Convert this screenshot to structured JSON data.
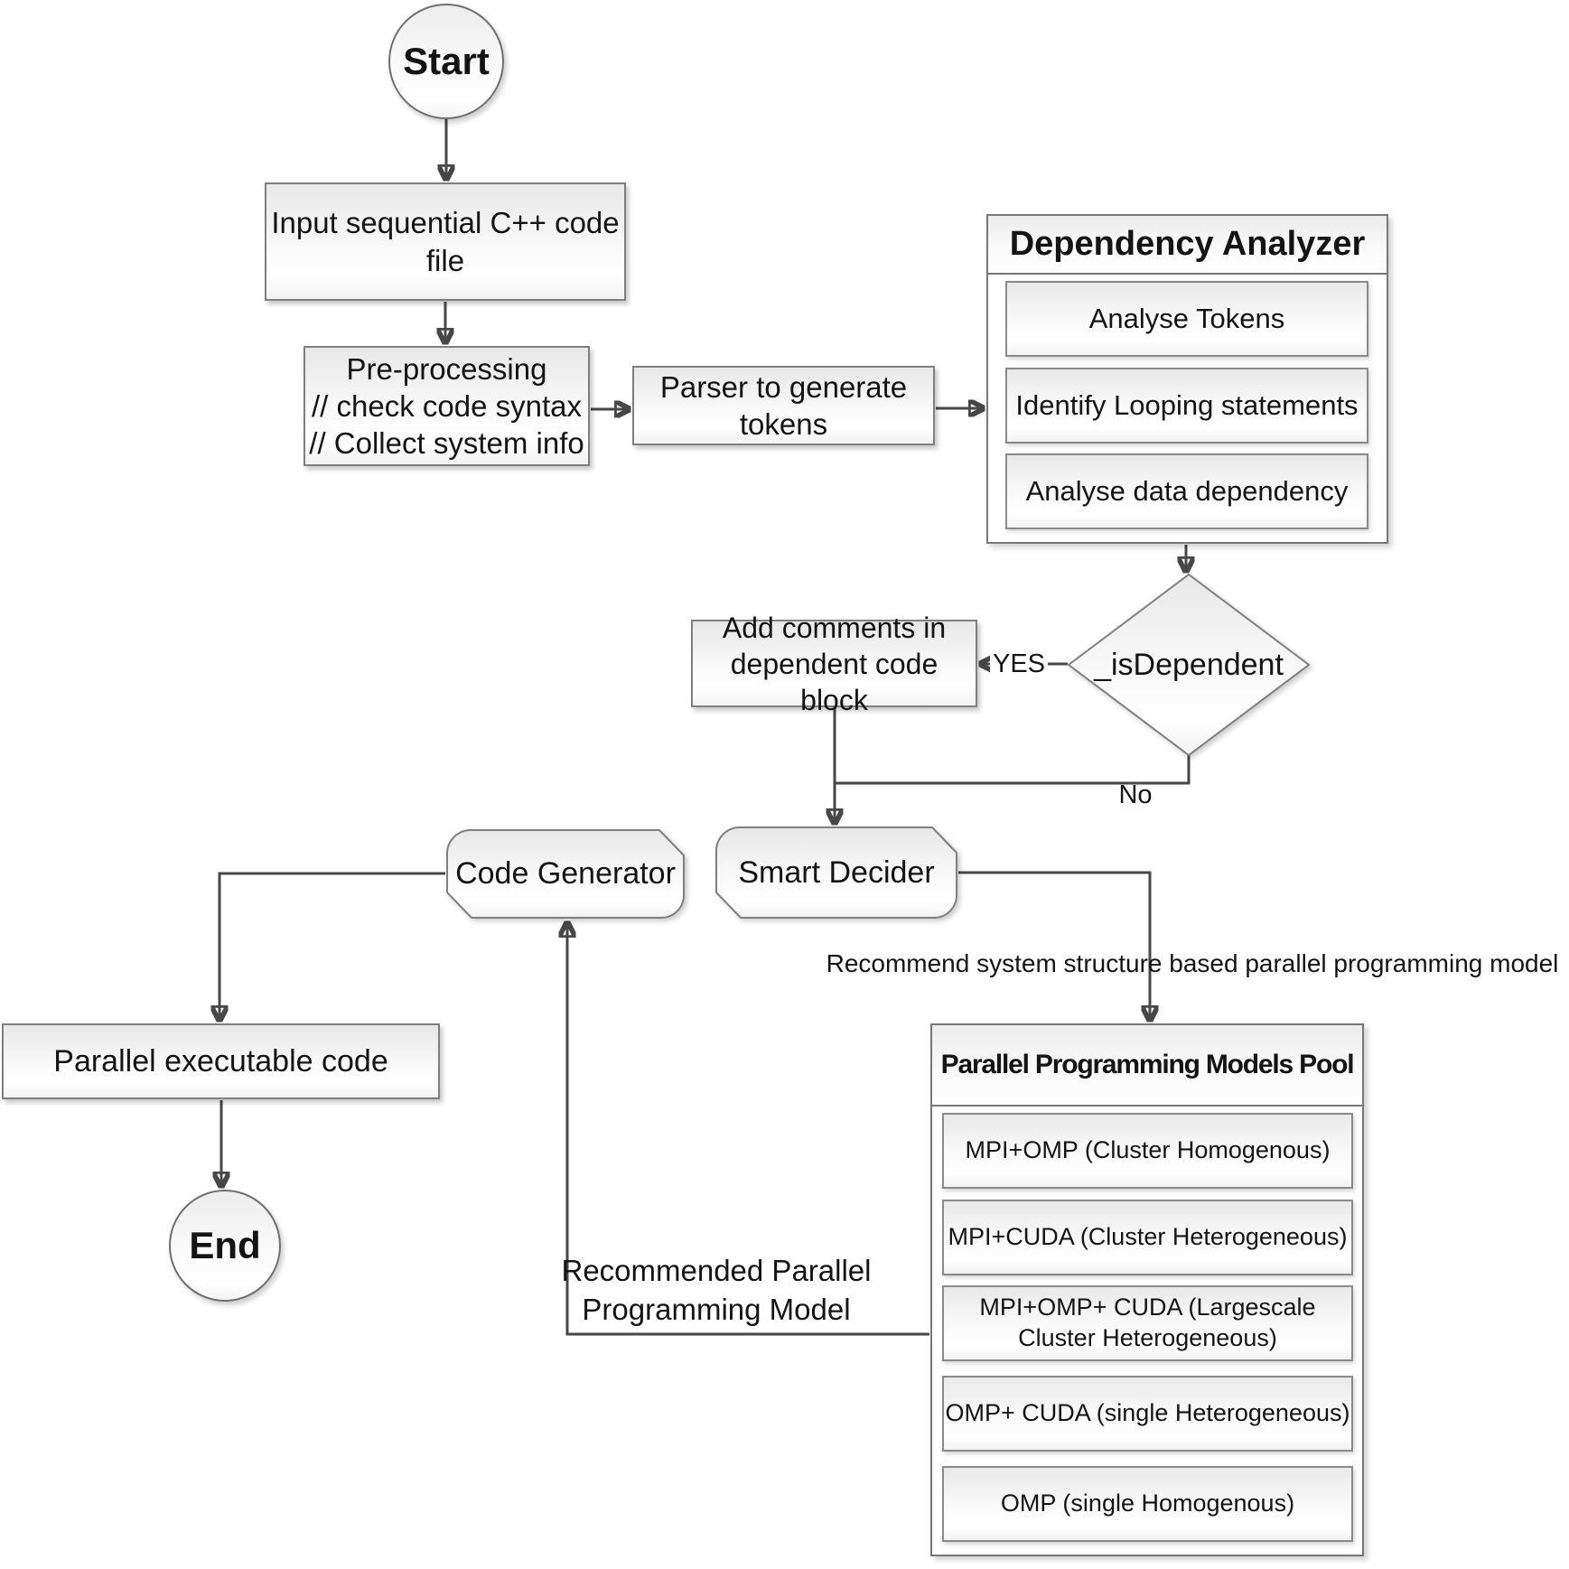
{
  "diagram_type": "flowchart",
  "nodes": {
    "start": {
      "label": "Start"
    },
    "input_code": {
      "label": "Input sequential C++ code\nfile"
    },
    "preprocessing": {
      "label": "Pre-processing\n// check code syntax\n// Collect system info"
    },
    "parser": {
      "label": "Parser to generate\ntokens"
    },
    "dependency_analyzer": {
      "title": "Dependency Analyzer",
      "steps": [
        "Analyse Tokens",
        "Identify Looping statements",
        "Analyse data dependency"
      ]
    },
    "decision": {
      "label": "_isDependent"
    },
    "add_comments": {
      "label": "Add comments in\ndependent code block"
    },
    "smart_decider": {
      "label": "Smart Decider"
    },
    "code_generator": {
      "label": "Code Generator"
    },
    "parallel_code": {
      "label": "Parallel executable code"
    },
    "end": {
      "label": "End"
    },
    "models_pool": {
      "title": "Parallel Programming Models Pool",
      "models": [
        "MPI+OMP (Cluster Homogenous)",
        "MPI+CUDA (Cluster Heterogeneous)",
        "MPI+OMP+ CUDA (Largescale Cluster Heterogeneous)",
        "OMP+ CUDA (single Heterogeneous)",
        "OMP (single Homogenous)"
      ]
    }
  },
  "edge_labels": {
    "yes": "YES",
    "no": "No",
    "recommend_annotation": "Recommend system structure based parallel programming model",
    "recommended_model": "Recommended Parallel\nProgramming Model"
  },
  "colors": {
    "line": "#474747",
    "box_border": "#7f7f7f",
    "box_fill_top": "#e8e8e8",
    "box_fill_bottom": "#f2f2f2",
    "text": "#141414",
    "background": "#ffffff"
  }
}
